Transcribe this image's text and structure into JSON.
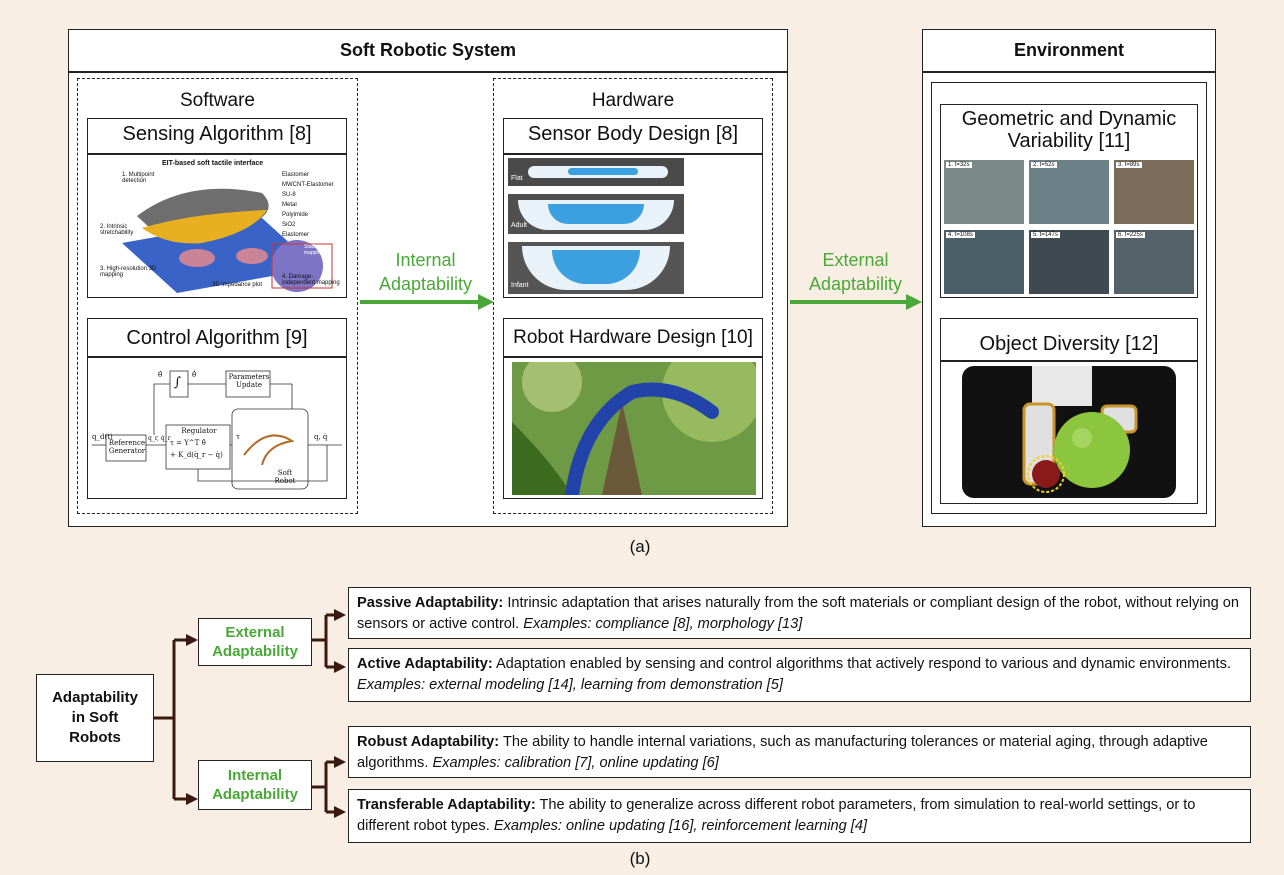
{
  "panel_a": {
    "system_title": "Soft Robotic System",
    "software_label": "Software",
    "hardware_label": "Hardware",
    "sensing_title": "Sensing Algorithm [8]",
    "control_title": "Control Algorithm [9]",
    "sensor_body_title": "Sensor Body Design [8]",
    "robot_hw_title": "Robot Hardware Design [10]",
    "internal_line1": "Internal",
    "internal_line2": "Adaptability",
    "external_line1": "External",
    "external_line2": "Adaptability",
    "environment_title": "Environment",
    "geometric_line1": "Geometric and Dynamic",
    "geometric_line2": "Variability [11]",
    "object_title": "Object Diversity [12]",
    "caption": "(a)",
    "sensing_image": {
      "header": "EIT-based soft tactile interface",
      "labels": [
        "1. Multipoint detection",
        "2. Intrinsic stretchability",
        "3. High-resolution 3D mapping",
        "4. Damage-independent mapping",
        "Elastomer",
        "MWCNT-Elastomer",
        "SU-8",
        "Metal",
        "Polyimide",
        "SiO2",
        "Elastomer",
        "Stable press mapping",
        "3D impedance plot"
      ]
    },
    "control_image": {
      "labels": [
        "Parameters Update",
        "Regulator",
        "τ = Y^T θ̂",
        "+ K_d(q̇_r − q̇)",
        "Reference Generator",
        "q_d(t)",
        "q_r, q̇_r",
        "τ",
        "q, q̇",
        "Soft Robot",
        "θ̂",
        "θ̂̇"
      ]
    },
    "sensor_body_image": {
      "labels": [
        "Flat",
        "Adult",
        "Infant"
      ]
    },
    "environment_image": {
      "frames": [
        "1. t=32s",
        "2. t=52s",
        "3. t=89s",
        "4. t=108s",
        "5. t=147s",
        "6. t=225s"
      ]
    }
  },
  "panel_b": {
    "root_line1": "Adaptability",
    "root_line2": "in Soft",
    "root_line3": "Robots",
    "external_line1": "External",
    "external_line2": "Adaptability",
    "internal_line1": "Internal",
    "internal_line2": "Adaptability",
    "passive": {
      "title": "Passive Adaptability:",
      "text": " Intrinsic adaptation that arises naturally from the soft materials or compliant design of the robot, without relying on sensors or active control. ",
      "examples": "Examples: compliance [8], morphology [13]"
    },
    "active": {
      "title": "Active Adaptability:",
      "text": " Adaptation enabled by sensing and control algorithms that actively respond to various and dynamic environments. ",
      "examples": "Examples: external modeling [14], learning from demonstration [5]"
    },
    "robust": {
      "title": "Robust Adaptability:",
      "text": " The ability to handle internal variations, such as manufacturing tolerances or material aging, through adaptive algorithms. ",
      "examples": "Examples: calibration [7], online updating [6]"
    },
    "transferable": {
      "title": "Transferable Adaptability:",
      "text": " The ability to generalize across different robot parameters, from simulation to real-world settings, or to different robot types. ",
      "examples": "Examples: online updating [16], reinforcement learning [4]"
    },
    "caption": "(b)"
  },
  "colors": {
    "accent_green": "#4aa838",
    "tree_arrow": "#3a1a10",
    "background": "#f8eee4"
  }
}
